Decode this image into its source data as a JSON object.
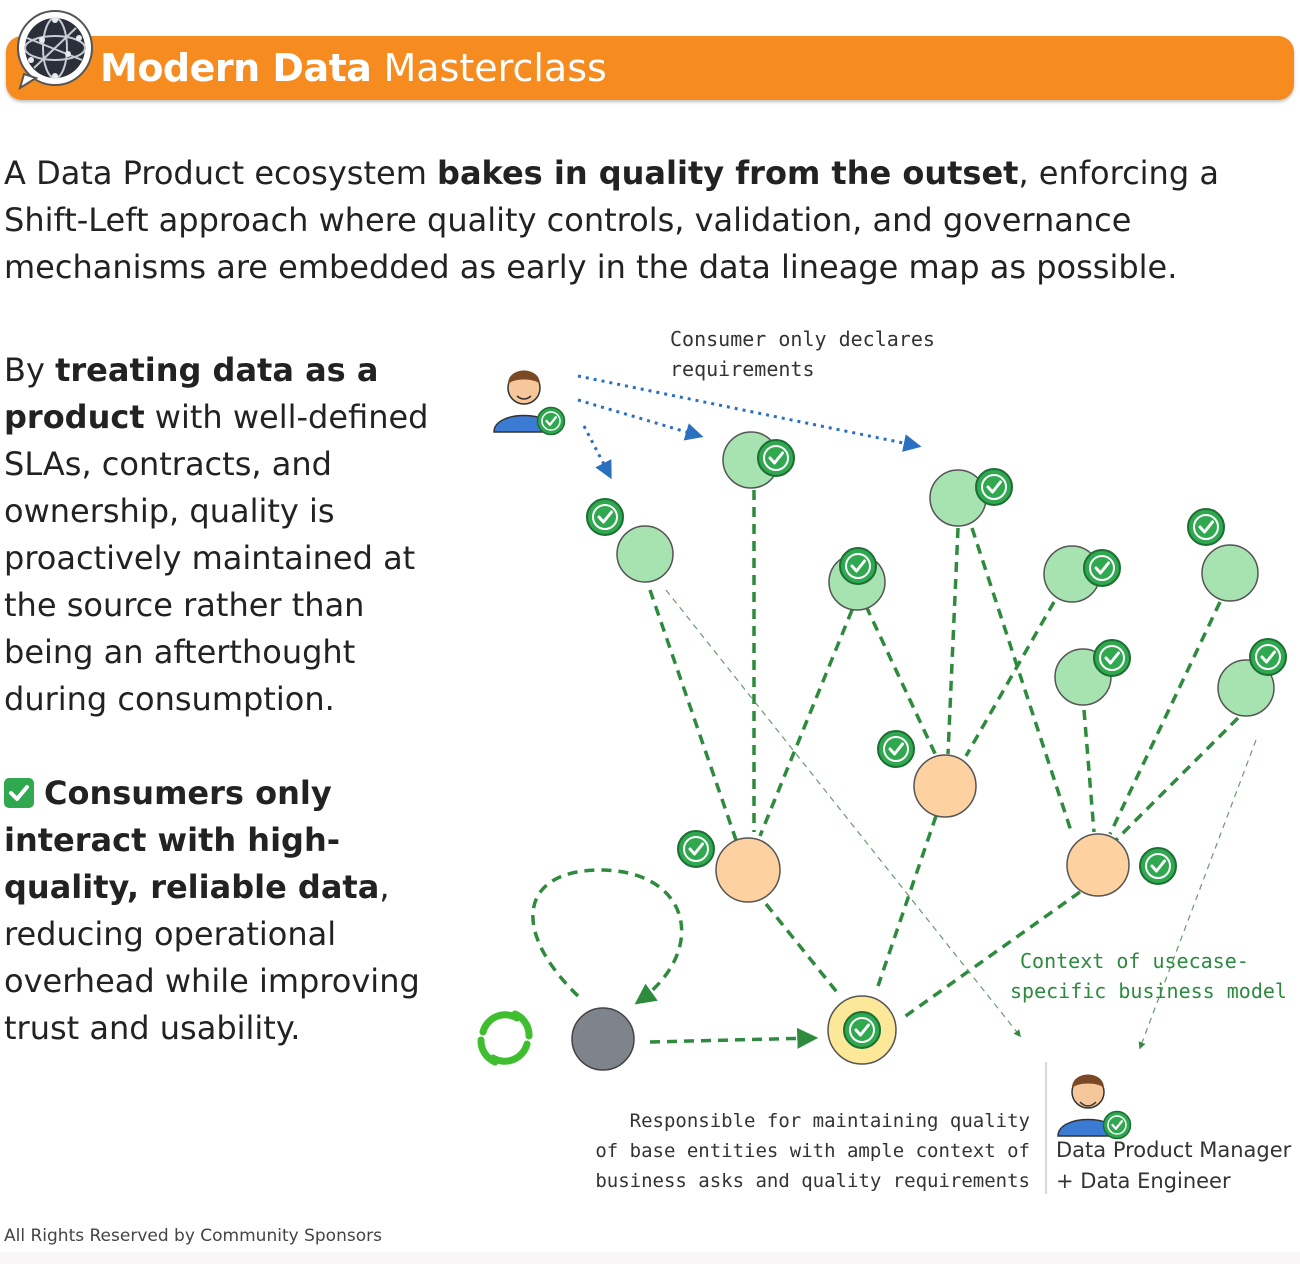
{
  "header": {
    "brand_bold": "Modern Data",
    "brand_regular": "Masterclass",
    "bg_color": "#f68c1f"
  },
  "intro": {
    "part1": "A Data Product ecosystem ",
    "bold": "bakes in quality from the outset",
    "part2": ", enforcing a Shift-Left approach where quality controls, validation, and governance mechanisms are embedded as early in the data lineage map as possible."
  },
  "left": {
    "p1_a": "By ",
    "p1_bold": "treating data as a product",
    "p1_b": " with well-defined SLAs, contracts, and ownership, quality is proactively maintained at the source rather than being an afterthought during consumption.",
    "p2_bold": "Consumers only interact with high-quality, reliable data",
    "p2_b": ", reducing operational overhead while improving trust and usability."
  },
  "diagram": {
    "note_consumer_line1": "Consumer only declares",
    "note_consumer_line2": "requirements",
    "note_context_line1": "Context of usecase-",
    "note_context_line2": "specific business model",
    "note_responsible_line1": "Responsible for maintaining quality",
    "note_responsible_line2": "of base entities with ample context of",
    "note_responsible_line3": "business asks and quality requirements",
    "role_line1": "Data Product Manager",
    "role_line2": "+ Data Engineer",
    "colors": {
      "consumer_node": "#a6e3b0",
      "aggregate_node": "#fdd1a0",
      "core_node": "#fbe999",
      "source_node": "#7f848c",
      "check": "#2fa84f",
      "lineage": "#2e8b3e",
      "requirement": "#2b6fc0"
    }
  },
  "footer": {
    "text": "All Rights Reserved by Community Sponsors"
  }
}
